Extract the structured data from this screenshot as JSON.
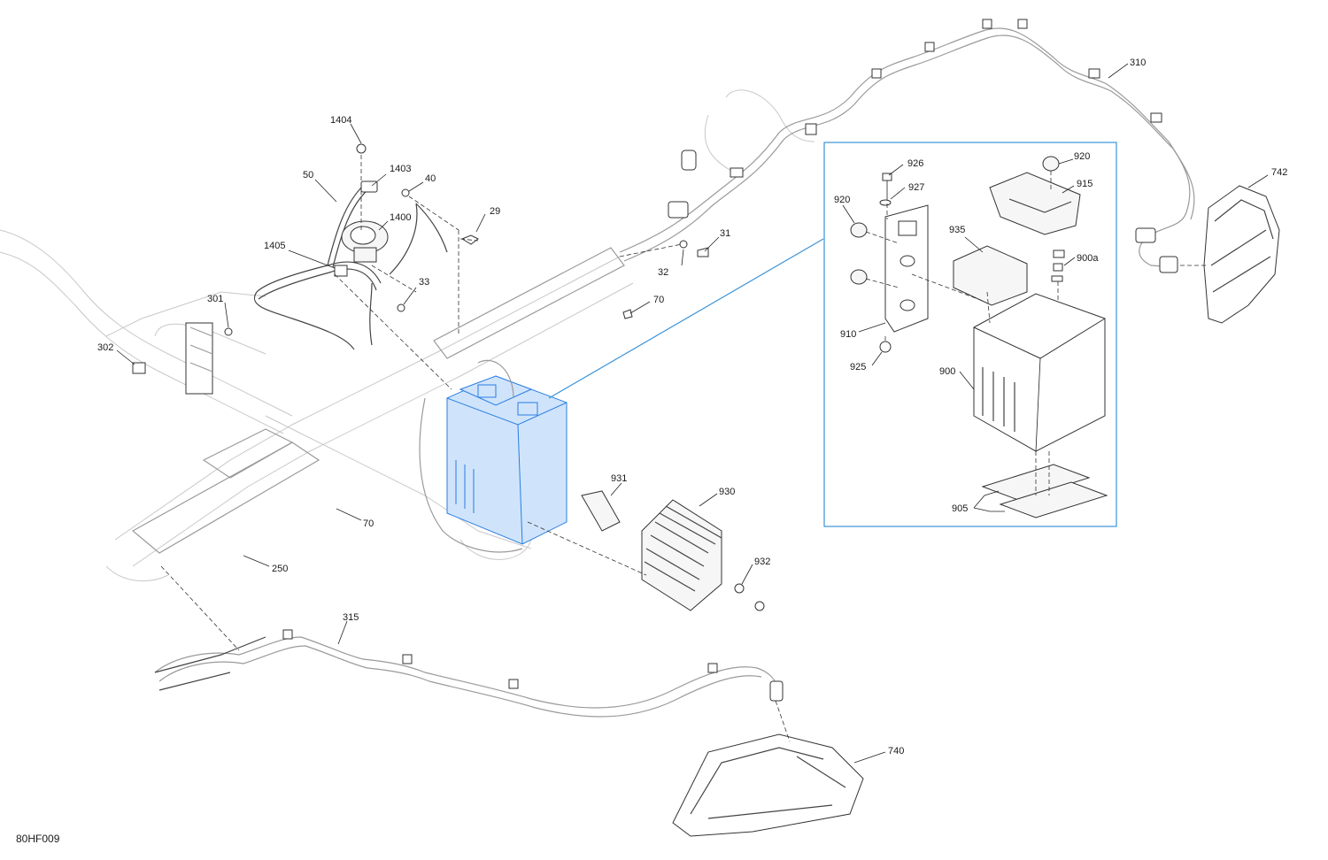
{
  "figure_code": "80HF009",
  "colors": {
    "highlight": "#2a7de1",
    "callout_border": "#3a93d8",
    "line": "#222222"
  },
  "callouts": {
    "c1404": "1404",
    "c1403": "1403",
    "c50": "50",
    "c40": "40",
    "c1400": "1400",
    "c29": "29",
    "c1405": "1405",
    "c33": "33",
    "c31": "31",
    "c32": "32",
    "c70a": "70",
    "c301": "301",
    "c302": "302",
    "c70b": "70",
    "c250": "250",
    "c931": "931",
    "c930": "930",
    "c932": "932",
    "c315": "315",
    "c740": "740",
    "c310": "310",
    "c742": "742",
    "c926": "926",
    "c927": "927",
    "c920a": "920",
    "c920b": "920",
    "c915": "915",
    "c935": "935",
    "c900a": "900a",
    "c910": "910",
    "c925": "925",
    "c900": "900",
    "c905": "905"
  }
}
